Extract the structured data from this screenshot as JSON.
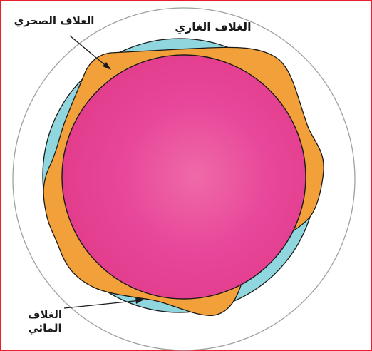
{
  "labels": {
    "rock_shell": "الغلاف الصخري",
    "gas_shell": "الغلاف الغازي",
    "water_shell_line1": "الغلاف",
    "water_shell_line2": "المائي"
  },
  "colors": {
    "frame_border": "#e8202a",
    "atmosphere_outline": "#9aa3a0",
    "hydrosphere": "#8fd6df",
    "lithosphere": "#f2a03a",
    "core": "#e8418c",
    "outline": "#1a1a1a"
  }
}
